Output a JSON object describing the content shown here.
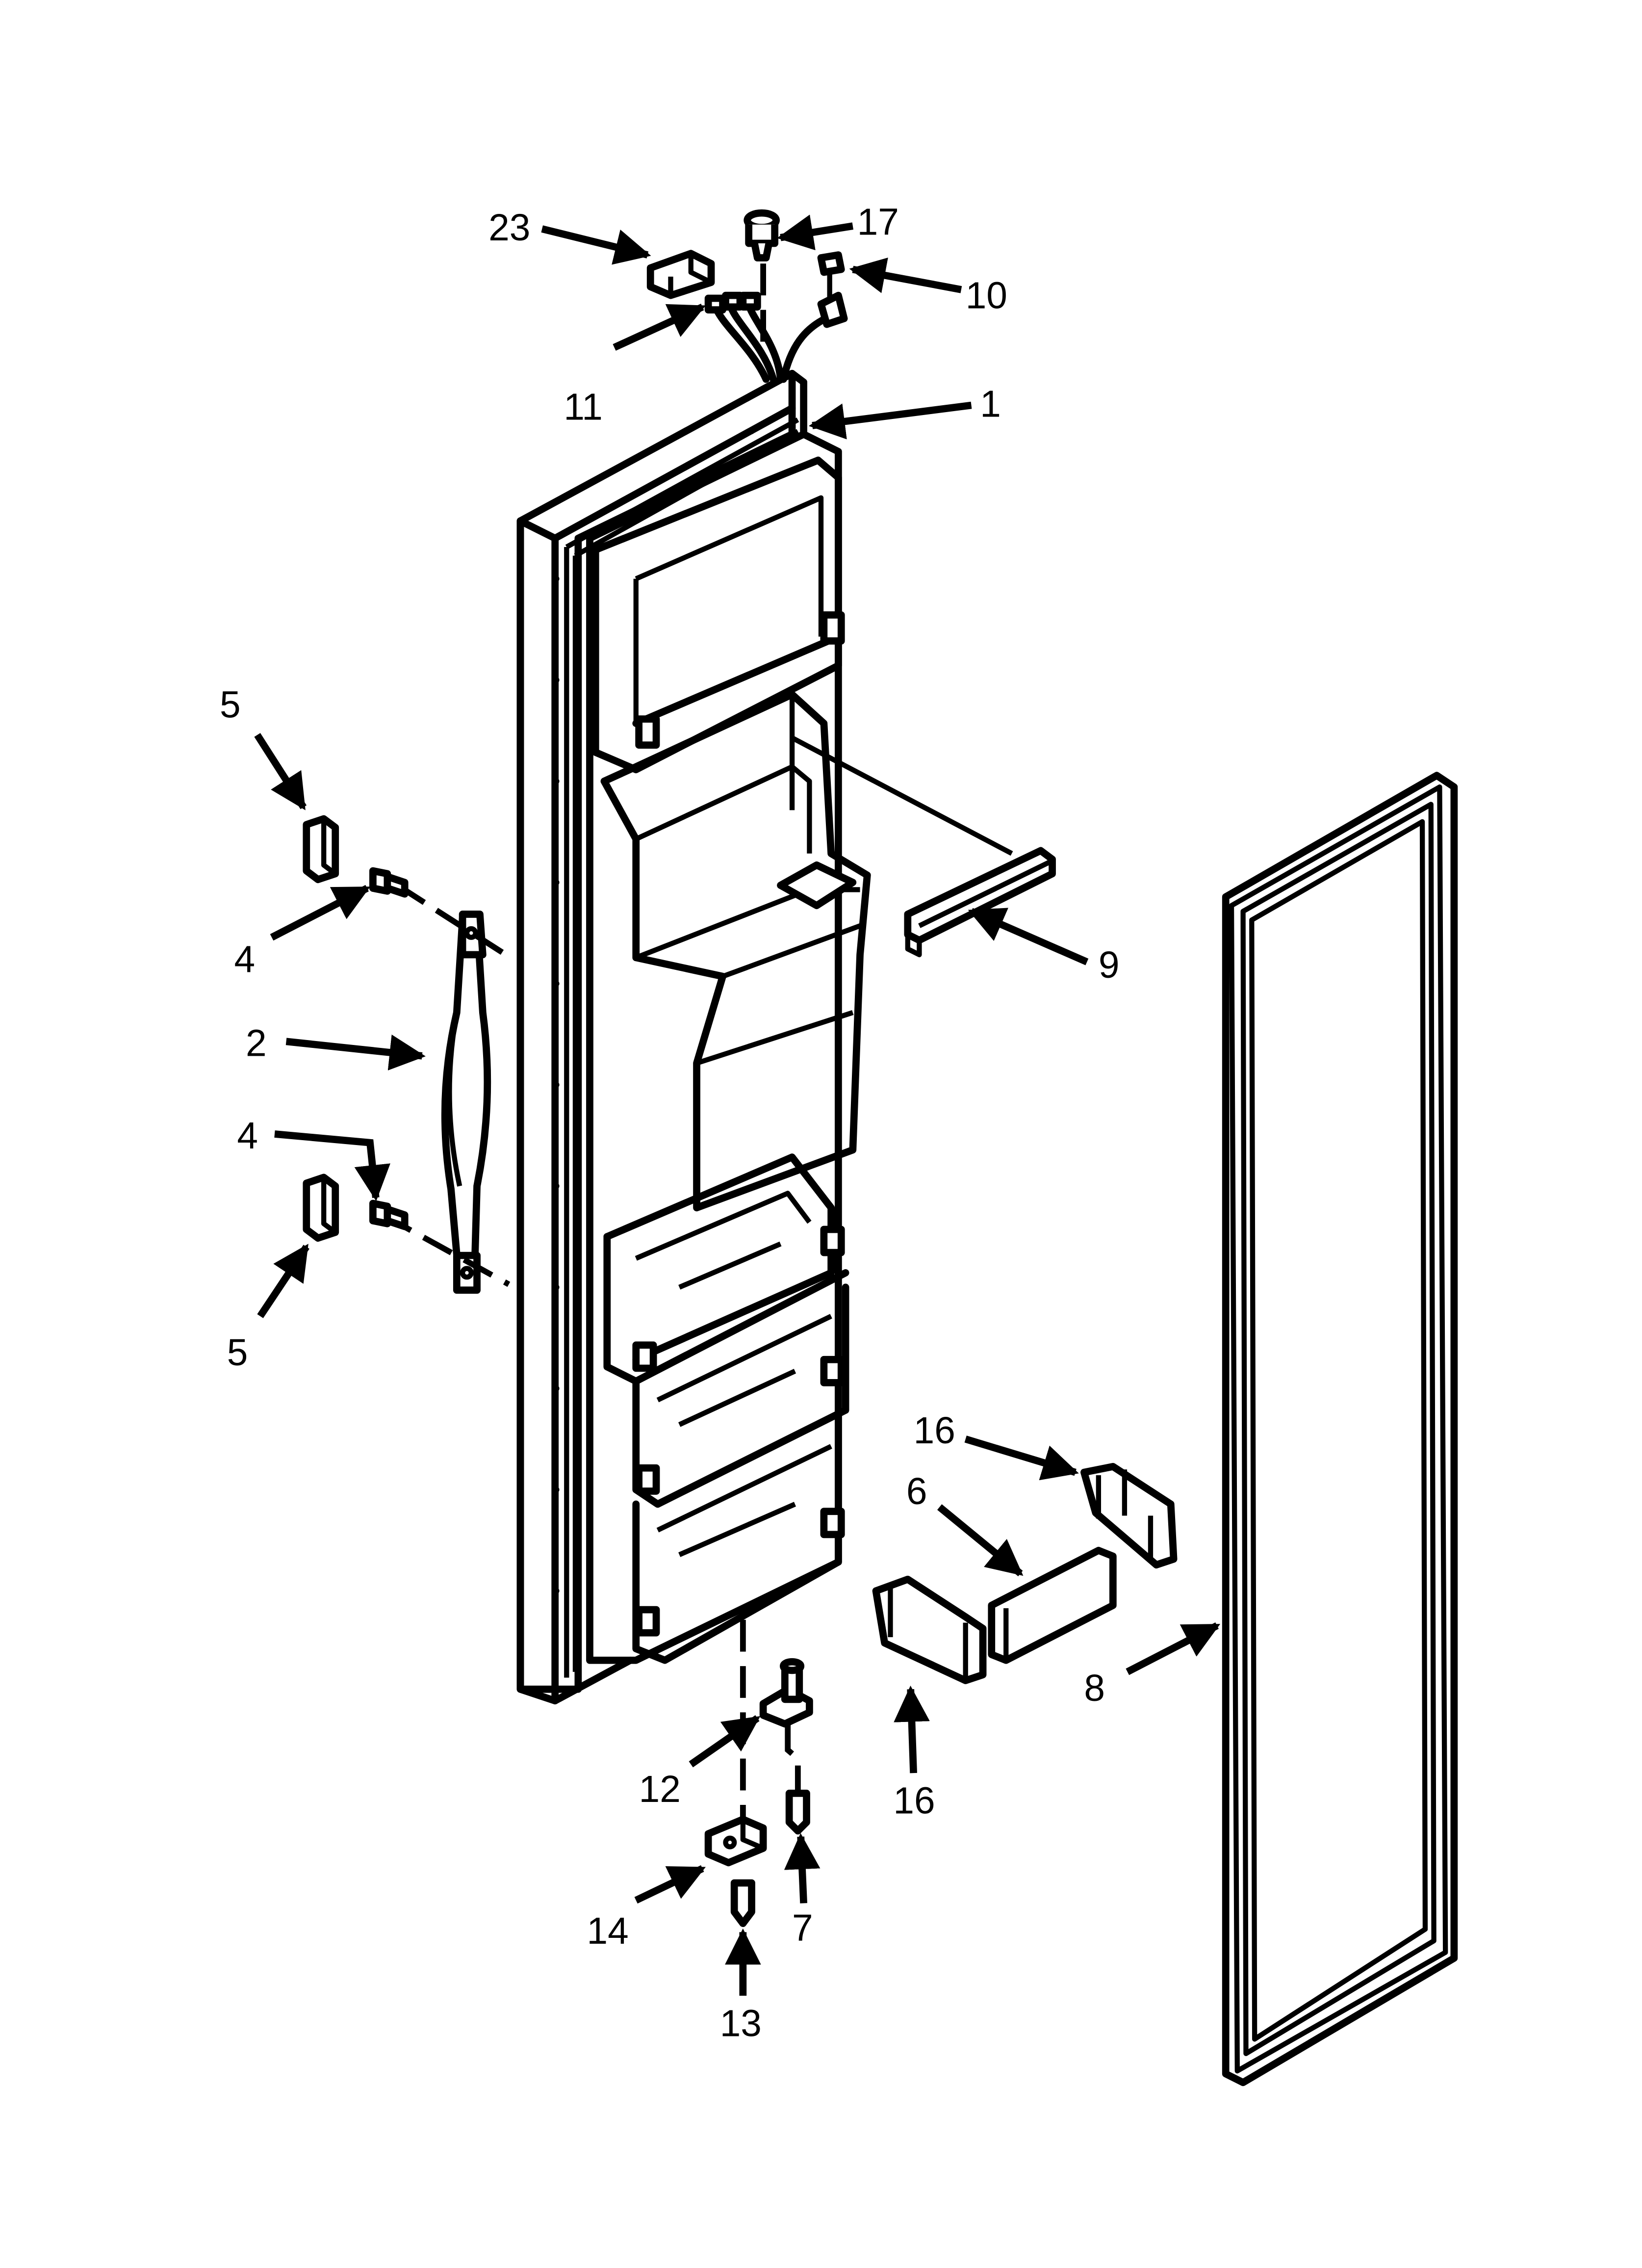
{
  "callouts": {
    "c1": "1",
    "c2": "2",
    "c4a": "4",
    "c4b": "4",
    "c5a": "5",
    "c5b": "5",
    "c6": "6",
    "c7": "7",
    "c8": "8",
    "c9": "9",
    "c10": "10",
    "c11": "11",
    "c12": "12",
    "c13": "13",
    "c14": "14",
    "c16a": "16",
    "c16b": "16",
    "c17": "17",
    "c23": "23"
  }
}
